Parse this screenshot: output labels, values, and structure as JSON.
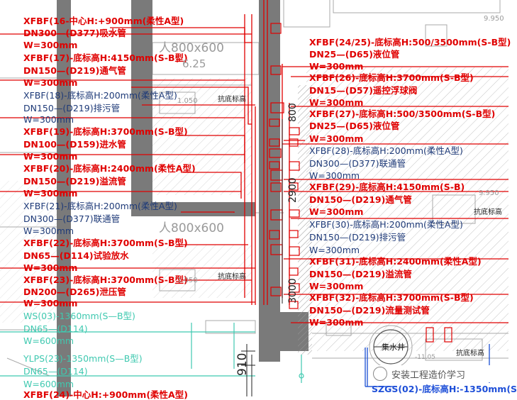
{
  "colors": {
    "red": "#e00000",
    "blue": "#1e3a78",
    "cyan": "#3fc9b0",
    "wall": "#7a7a7a",
    "hatch": "#bdbdbd",
    "grey": "#9a9a9a"
  },
  "left_annotations": [
    {
      "text": "XFBF(16-中心H:+900mm(柔性A型)",
      "color": "red"
    },
    {
      "text": "DN300—(D377)吸水管",
      "color": "red"
    },
    {
      "text": "W=300mm",
      "color": "red"
    },
    {
      "text": "XFBF(17)-底标高H:4150mm(S-B型)",
      "color": "red"
    },
    {
      "text": "DN150—(D219)通气管",
      "color": "red"
    },
    {
      "text": "W=300mm",
      "color": "red"
    },
    {
      "text": "XFBF(18)-底标高H:200mm(柔性A型)",
      "color": "blue"
    },
    {
      "text": "DN150—(D219)排污管",
      "color": "blue"
    },
    {
      "text": "W=300mm",
      "color": "blue"
    },
    {
      "text": "XFBF(19)-底标高H:3700mm(S-B型)",
      "color": "red"
    },
    {
      "text": "DN100—(D159)进水管",
      "color": "red"
    },
    {
      "text": "W=300mm",
      "color": "red"
    },
    {
      "text": "XFBF(20)-底标高H:2400mm(柔性A型)",
      "color": "red"
    },
    {
      "text": "DN150—(D219)溢流管",
      "color": "red"
    },
    {
      "text": "W=300mm",
      "color": "red"
    },
    {
      "text": "XFBF(21)-底标高H:200mm(柔性A型)",
      "color": "blue"
    },
    {
      "text": "DN300—(D377)联通管",
      "color": "blue"
    },
    {
      "text": "W=300mm",
      "color": "blue"
    },
    {
      "text": "XFBF(22)-底标高H:3700mm(S-B型)",
      "color": "red"
    },
    {
      "text": "DN65—(D114)试验放水",
      "color": "red"
    },
    {
      "text": "W=300mm",
      "color": "red"
    },
    {
      "text": "XFBF(23)-底标高H:3700mm(S-B型)",
      "color": "red"
    },
    {
      "text": "DN200—(D265)泄压管",
      "color": "red"
    },
    {
      "text": "W=300mm",
      "color": "red"
    },
    {
      "text": "WS(03)-1360mm(S—B型)",
      "color": "cyan"
    },
    {
      "text": "DN65—(D114)",
      "color": "cyan"
    },
    {
      "text": "W=600mm",
      "color": "cyan"
    },
    {
      "text": "YLPS(23)-1350mm(S—B型)",
      "color": "cyan"
    },
    {
      "text": "DN65—(D114)",
      "color": "cyan"
    },
    {
      "text": "W=600mm",
      "color": "cyan"
    },
    {
      "text": "XFBF(24)-中心H:+900mm(柔性A型)",
      "color": "red"
    }
  ],
  "right_annotations": [
    {
      "text": "XFBF(24/25)-底标高H:500/3500mm(S-B型)",
      "color": "red"
    },
    {
      "text": "DN25—(D65)液位管",
      "color": "red"
    },
    {
      "text": "W=300mm",
      "color": "red"
    },
    {
      "text": "XFBF(26)-底标高H:3700mm(S-B型)",
      "color": "red"
    },
    {
      "text": "DN15—(D57)遥控浮球阀",
      "color": "red"
    },
    {
      "text": "W=300mm",
      "color": "red"
    },
    {
      "text": "XFBF(27)-底标高H:500/3500mm(S-B型)",
      "color": "red"
    },
    {
      "text": "DN25—(D65)液位管",
      "color": "red"
    },
    {
      "text": "W=300mm",
      "color": "red"
    },
    {
      "text": "XFBF(28)-底标高H:200mm(柔性A型)",
      "color": "blue"
    },
    {
      "text": "DN300—(D377)联通管",
      "color": "blue"
    },
    {
      "text": "W=300mm",
      "color": "blue"
    },
    {
      "text": "XFBF(29)-底标高H:4150mm(S-B)",
      "color": "red"
    },
    {
      "text": "DN150—(D219)通气管",
      "color": "red"
    },
    {
      "text": "W=300mm",
      "color": "red"
    },
    {
      "text": "XFBF(30)-底标高H:200mm(柔性A型)",
      "color": "blue"
    },
    {
      "text": "DN150—(D219)排污管",
      "color": "blue"
    },
    {
      "text": "W=300mm",
      "color": "blue"
    },
    {
      "text": "XFBF(31)-底标高H:2400mm(柔性A型)",
      "color": "red"
    },
    {
      "text": "DN150—(D219)溢流管",
      "color": "red"
    },
    {
      "text": "W=300mm",
      "color": "red"
    },
    {
      "text": "XFBF(32)-底标高H:3700mm(S-B型)",
      "color": "red"
    },
    {
      "text": "DN150—(D219)流量测试管",
      "color": "red"
    },
    {
      "text": "W=300mm",
      "color": "red"
    }
  ],
  "bottom_right_annotation": "SZGS(02)-底标高H:-1350mm(S",
  "column_labels": [
    "人800x600",
    "人800x600"
  ],
  "elevation_labels": [
    "6.25",
    "1.050",
    "1.050",
    "9.950",
    "9.950",
    "-11.05"
  ],
  "resistance_labels": [
    "抗底标高",
    "抗底标高",
    "抗底标高",
    "抗底标高"
  ],
  "dimension_labels": [
    "800",
    "2900",
    "3000",
    "910"
  ],
  "sump_label": "集水井",
  "watermark": "安装工程造价学习"
}
